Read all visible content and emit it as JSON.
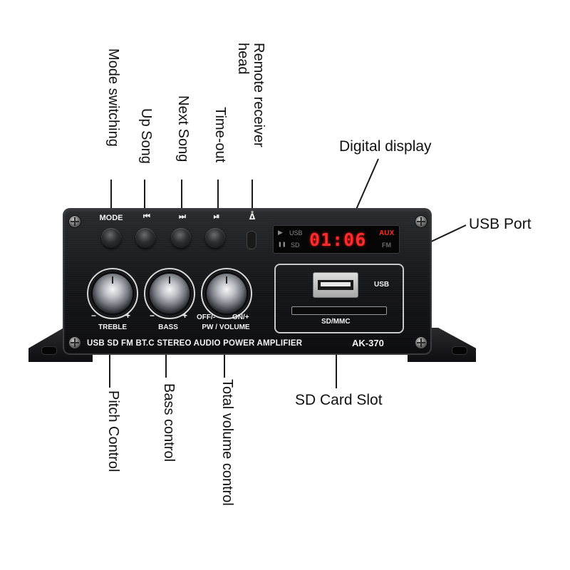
{
  "callouts": {
    "top": {
      "mode_switching": "Mode switching",
      "up_song": "Up Song",
      "next_song": "Next Song",
      "time_out": "Time-out",
      "remote_line1": "Remote receiver",
      "remote_line2": "head"
    },
    "right": {
      "digital_display": "Digital display",
      "usb_port": "USB Port",
      "sd_card_slot": "SD Card Slot"
    },
    "bottom": {
      "pitch_control": "Pitch Control",
      "bass_control": "Bass control",
      "total_volume_control": "Total volume control"
    }
  },
  "device": {
    "buttons": {
      "mode": "MODE",
      "prev": "⏮",
      "next": "⏭",
      "play_pause": "⏯",
      "remote_icon": "ᐂ"
    },
    "display": {
      "play_indicator": "▶",
      "pause_indicator": "❚❚",
      "usb": "USB",
      "sd": "SD",
      "digits": "01:06",
      "aux": "AUX",
      "fm": "FM"
    },
    "knobs": {
      "treble": {
        "label": "TREBLE",
        "minus": "−",
        "plus": "+"
      },
      "bass": {
        "label": "BASS",
        "minus": "−",
        "plus": "+"
      },
      "volume": {
        "label": "PW / VOLUME",
        "off": "OFF/-",
        "on": "ON/+"
      }
    },
    "media": {
      "usb_label": "USB",
      "sd_label": "SD/MMC"
    },
    "strip_text": "USB SD FM BT.C STEREO AUDIO POWER AMPLIFIER",
    "model": "AK-370"
  }
}
